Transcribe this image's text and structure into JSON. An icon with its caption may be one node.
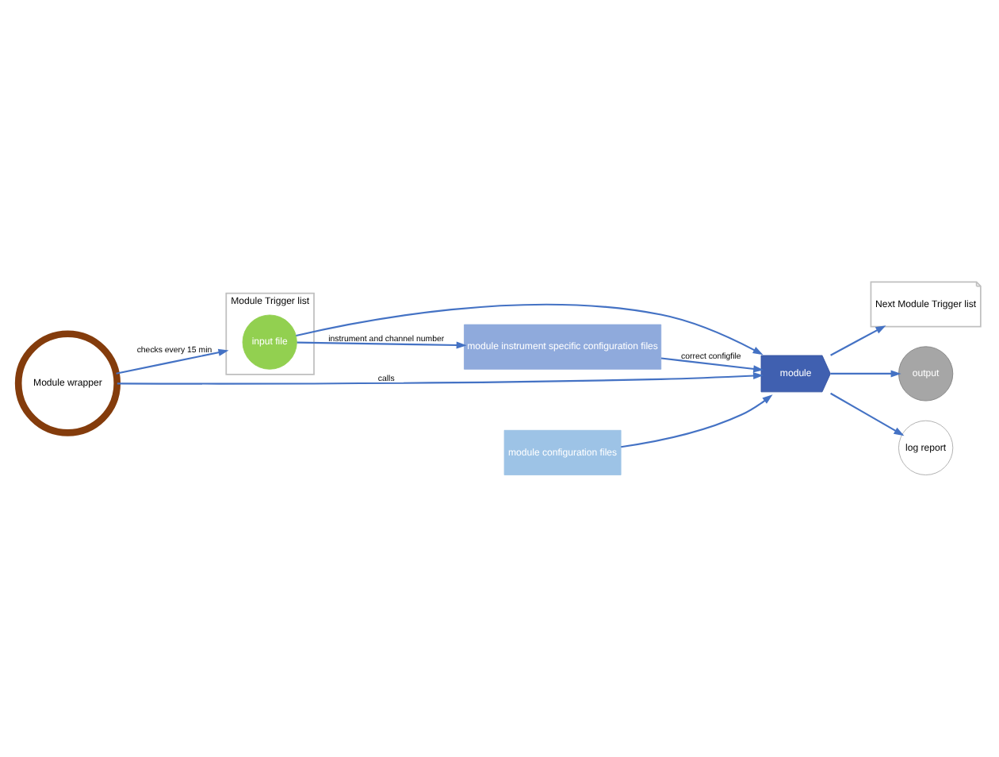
{
  "diagram": {
    "nodes": [
      {
        "text": [
          "Module Trigger list"
        ]
      },
      {
        "text": [
          "input file"
        ],
        "in": 0
      },
      {
        "text": [
          "Module wrapper"
        ]
      },
      {
        "text": [
          "module"
        ]
      },
      {
        "text": [
          "Next Module Trigger list"
        ]
      },
      {
        "text": [
          "output"
        ]
      },
      {
        "text": [
          "log report"
        ]
      },
      {
        "text": [
          "module instrument specific configuration files"
        ]
      },
      {
        "text": [
          "module configuration files"
        ]
      }
    ],
    "edges": [
      {
        "from": 2,
        "to": 0,
        "arrow": "to",
        "label": "checks every 15 min"
      },
      {
        "from": 2,
        "to": 3,
        "arrow": "to",
        "label": "calls"
      },
      {
        "from": 1,
        "to": 3,
        "arrow": "to"
      },
      {
        "from": 3,
        "to": 4,
        "arrow": "to"
      },
      {
        "from": 3,
        "to": 5,
        "arrow": "to"
      },
      {
        "from": 3,
        "to": 6,
        "arrow": "to"
      },
      {
        "from": 1,
        "to": 7,
        "arrow": "to",
        "label": "instrument and channel number"
      },
      {
        "from": 7,
        "to": 3,
        "arrow": "to",
        "label": "correct configfile"
      },
      {
        "from": 8,
        "to": 3,
        "arrow": "to"
      }
    ]
  }
}
